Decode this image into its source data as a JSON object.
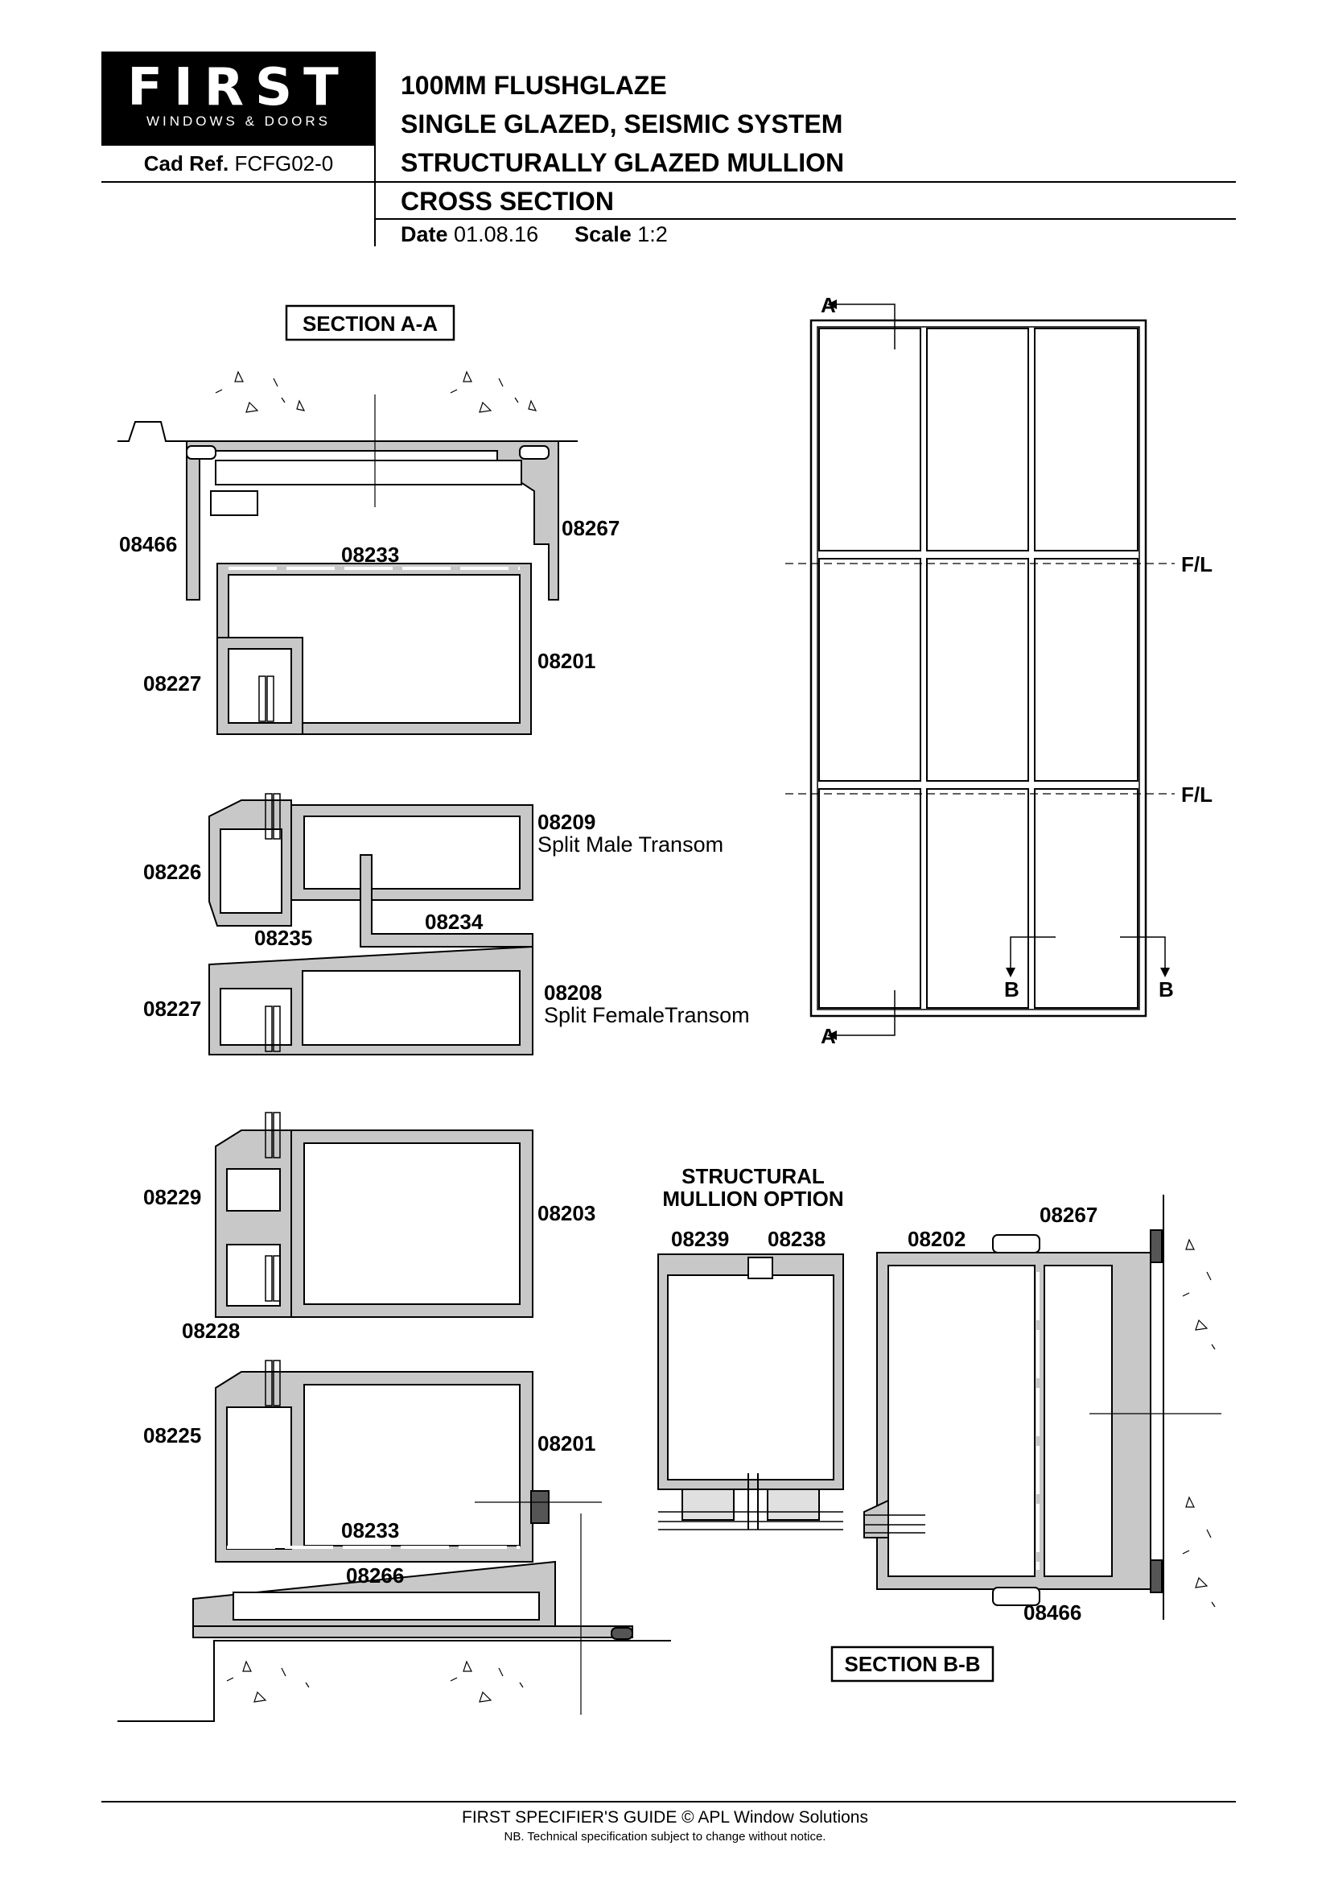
{
  "logo": {
    "word": "FIRST",
    "sub": "WINDOWS & DOORS"
  },
  "cad_ref": {
    "label": "Cad Ref.",
    "value": "FCFG02-0"
  },
  "title_lines": [
    "100MM FLUSHGLAZE",
    "SINGLE GLAZED, SEISMIC SYSTEM",
    "STRUCTURALLY GLAZED MULLION",
    "CROSS SECTION"
  ],
  "date": {
    "label": "Date",
    "value": "01.08.16"
  },
  "scale": {
    "label": "Scale",
    "value": "1:2"
  },
  "section_aa": {
    "heading": "SECTION A-A",
    "labels": {
      "p08466": "08466",
      "p08267": "08267",
      "p08233": "08233",
      "p08201": "08201",
      "p08227": "08227",
      "p08209": "08209",
      "male_desc": "Split Male Transom",
      "p08226": "08226",
      "p08235": "08235",
      "p08234": "08234",
      "p08208": "08208",
      "female_desc": "Split FemaleTransom",
      "p08227b": "08227",
      "p08229": "08229",
      "p08203": "08203",
      "p08228": "08228",
      "p08225": "08225",
      "p08201b": "08201",
      "p08233b": "08233",
      "p08266": "08266"
    }
  },
  "elevation": {
    "a_top": "A",
    "a_bottom": "A",
    "fl_1": "F/L",
    "fl_2": "F/L",
    "b_left": "B",
    "b_right": "B"
  },
  "structural_option": {
    "heading_1": "STRUCTURAL",
    "heading_2": "MULLION OPTION",
    "p08239": "08239",
    "p08238": "08238"
  },
  "section_bb": {
    "heading": "SECTION B-B",
    "p08202": "08202",
    "p08267": "08267",
    "p08466": "08466"
  },
  "footer": {
    "line_1": "FIRST SPECIFIER'S GUIDE  © APL Window Solutions",
    "line_2": "NB. Technical specification subject to change without notice."
  }
}
